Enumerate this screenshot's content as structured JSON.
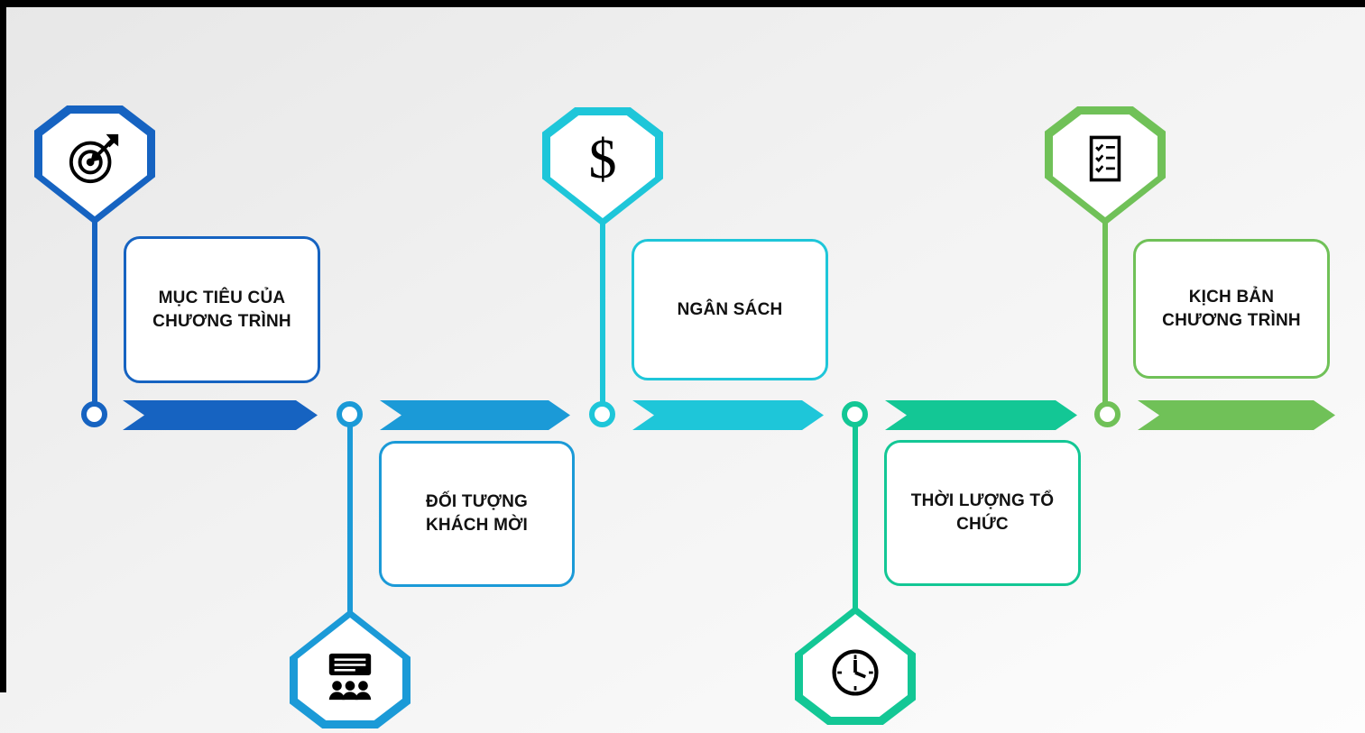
{
  "diagram": {
    "type": "timeline-infographic",
    "language": "vi",
    "text_color": "#111111",
    "steps": [
      {
        "label": "MỤC TIÊU CỦA CHƯƠNG TRÌNH",
        "lines": [
          "MỤC TIÊU CỦA",
          "CHƯƠNG TRÌNH"
        ],
        "color": "#1663C1",
        "icon": "target-icon",
        "badge_position": "top"
      },
      {
        "label": "ĐỐI TƯỢNG KHÁCH MỜI",
        "lines": [
          "ĐỐI TƯỢNG",
          "KHÁCH MỜI"
        ],
        "color": "#1B9AD7",
        "icon": "audience-presentation-icon",
        "badge_position": "bottom"
      },
      {
        "label": "NGÂN SÁCH",
        "lines": [
          "NGÂN SÁCH"
        ],
        "color": "#1EC6D9",
        "icon": "dollar-icon",
        "icon_glyph": "$",
        "badge_position": "top"
      },
      {
        "label": "THỜI LƯỢNG TỔ CHỨC",
        "lines": [
          "THỜI LƯỢNG TỔ",
          "CHỨC"
        ],
        "color": "#13C795",
        "icon": "clock-icon",
        "badge_position": "bottom"
      },
      {
        "label": "KỊCH BẢN CHƯƠNG TRÌNH",
        "lines": [
          "KỊCH BẢN",
          "CHƯƠNG TRÌNH"
        ],
        "color": "#70C158",
        "icon": "checklist-icon",
        "badge_position": "top"
      }
    ]
  }
}
